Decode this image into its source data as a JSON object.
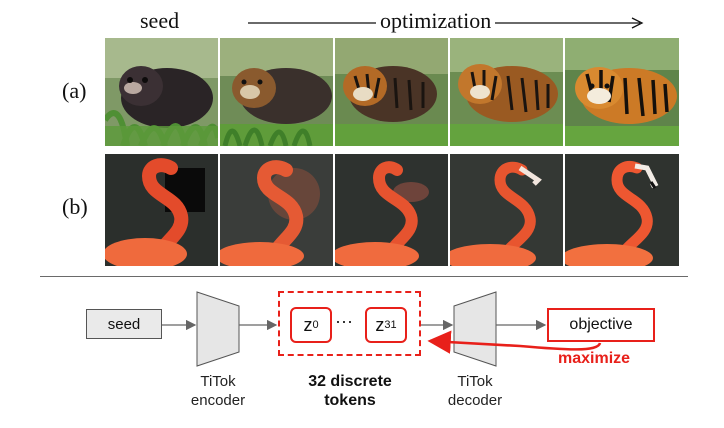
{
  "header": {
    "seed_label": "seed",
    "optimization_label": "optimization"
  },
  "rows": [
    {
      "label": "(a)",
      "subject": "ferret-to-tiger"
    },
    {
      "label": "(b)",
      "subject": "flamingo"
    }
  ],
  "diagram": {
    "seed_box": "seed",
    "encoder_label_line1": "TiTok",
    "encoder_label_line2": "encoder",
    "token_first_base": "z",
    "token_first_sub": "0",
    "ellipsis": "···",
    "token_last_base": "z",
    "token_last_sub": "31",
    "tokens_label_line1": "32 discrete",
    "tokens_label_line2": "tokens",
    "decoder_label_line1": "TiTok",
    "decoder_label_line2": "decoder",
    "objective_box": "objective",
    "maximize_label": "maximize"
  },
  "colors": {
    "accent_red": "#e8201a",
    "box_fill": "#eaeaea",
    "trapezoid_fill": "#e6e6e6"
  }
}
